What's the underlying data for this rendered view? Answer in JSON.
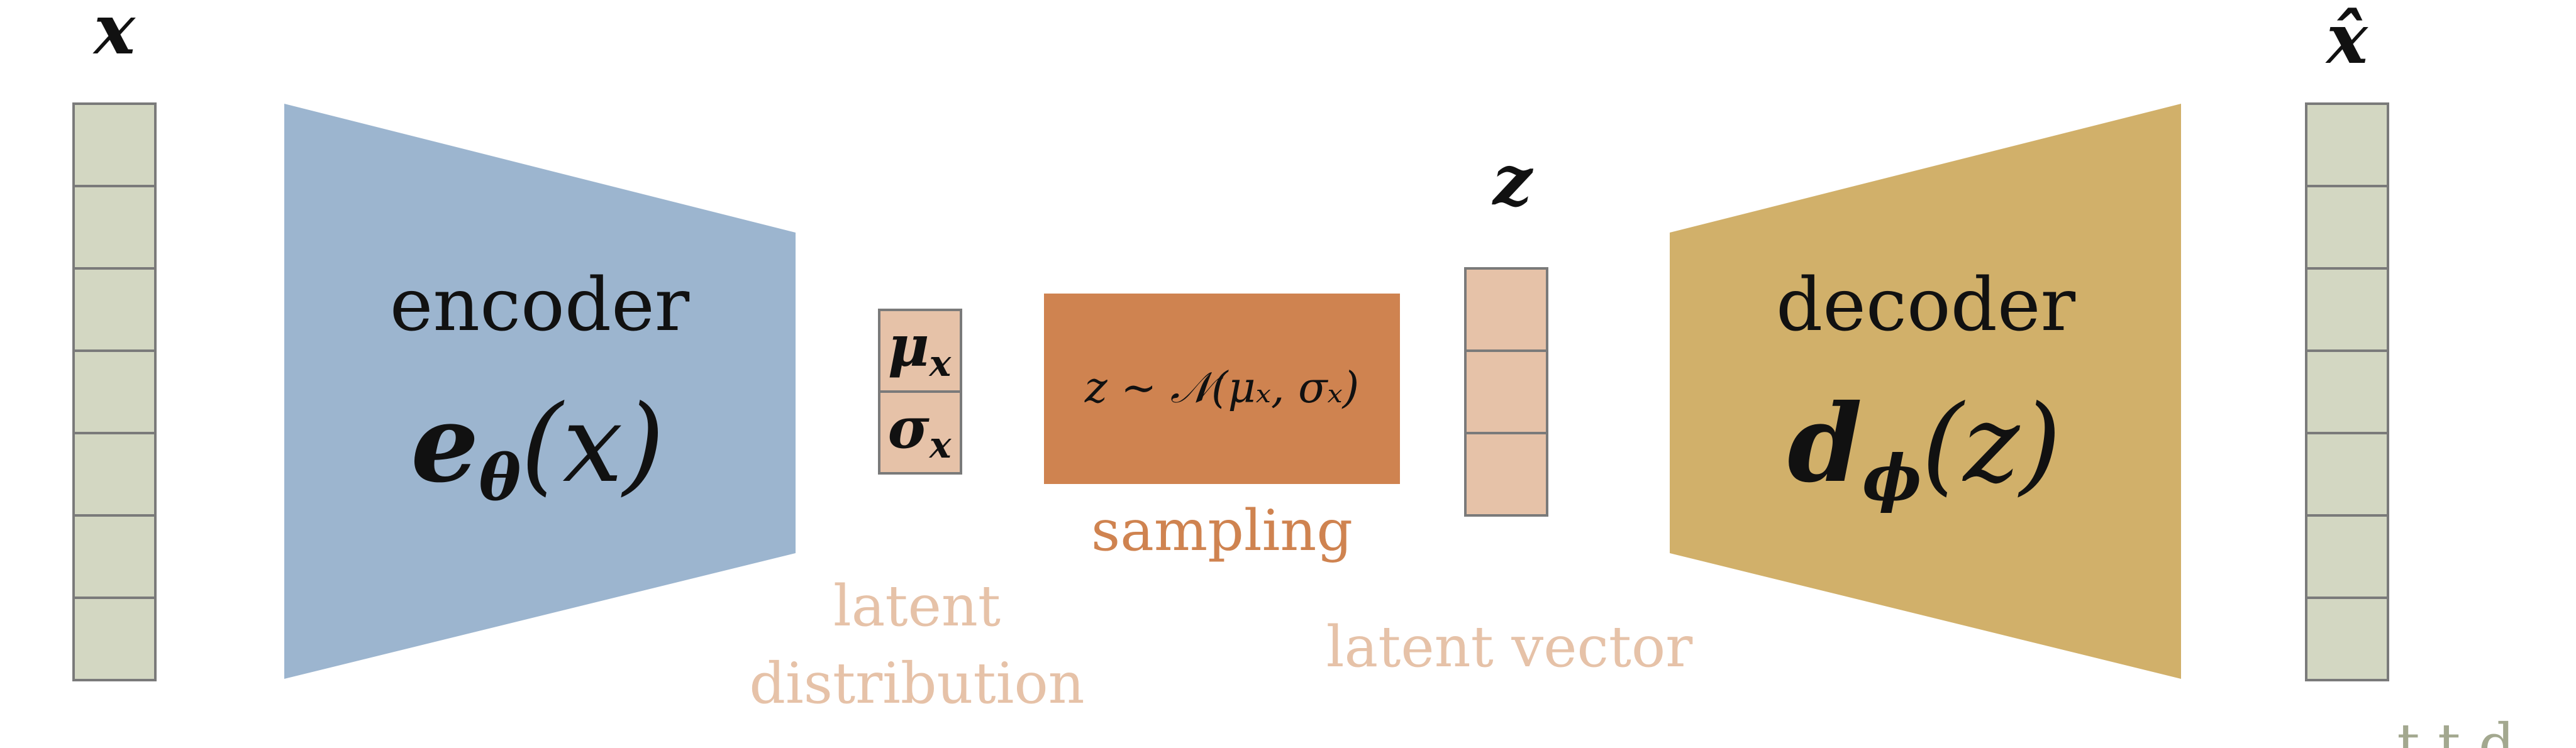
{
  "input": {
    "symbol": "x",
    "cell_count": 7
  },
  "output": {
    "symbol": "x̂",
    "cell_count": 7,
    "caption_fragment": "t t d"
  },
  "encoder": {
    "label": "encoder",
    "fn": "e",
    "sub": "θ",
    "arg": "(x)",
    "color": "#9cb5cf"
  },
  "latent_distribution": {
    "mu": "μ",
    "mu_sub": "x",
    "sigma": "σ",
    "sigma_sub": "x",
    "caption_line1": "latent",
    "caption_line2": "distribution",
    "cell_color": "#e6c2a8"
  },
  "sampling": {
    "formula": "z ∼ 𝒩(μₓ, σₓ)",
    "caption": "sampling",
    "color": "#cf8350"
  },
  "latent_vector": {
    "symbol": "z",
    "cell_count": 3,
    "caption": "latent vector",
    "cell_color": "#e6c2a8"
  },
  "decoder": {
    "label": "decoder",
    "fn": "d",
    "sub": "ϕ",
    "arg": "(z)",
    "color": "#d1b06a"
  },
  "colors": {
    "vector_cell": "#d3d7c2",
    "cell_stroke": "#7a7a7a",
    "pale_caption": "#e6c2a8",
    "sampling_caption": "#cf8350",
    "text": "#111111"
  }
}
